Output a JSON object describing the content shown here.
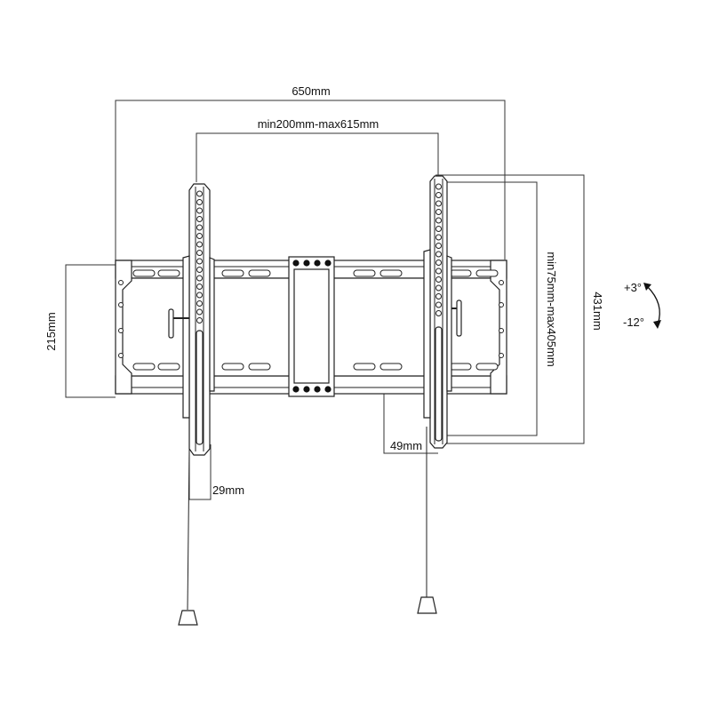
{
  "dimensions": {
    "overall_width": "650mm",
    "arm_spacing": "min200mm-max615mm",
    "overall_height": "431mm",
    "arm_height_range": "min75mm-max405mm",
    "plate_height": "215mm",
    "profile_depth": "49mm",
    "arm_width": "29mm"
  },
  "tilt": {
    "up": "+3°",
    "down": "-12°"
  },
  "icons": {
    "tilt_arrow": "curved-double-arrow-icon"
  }
}
